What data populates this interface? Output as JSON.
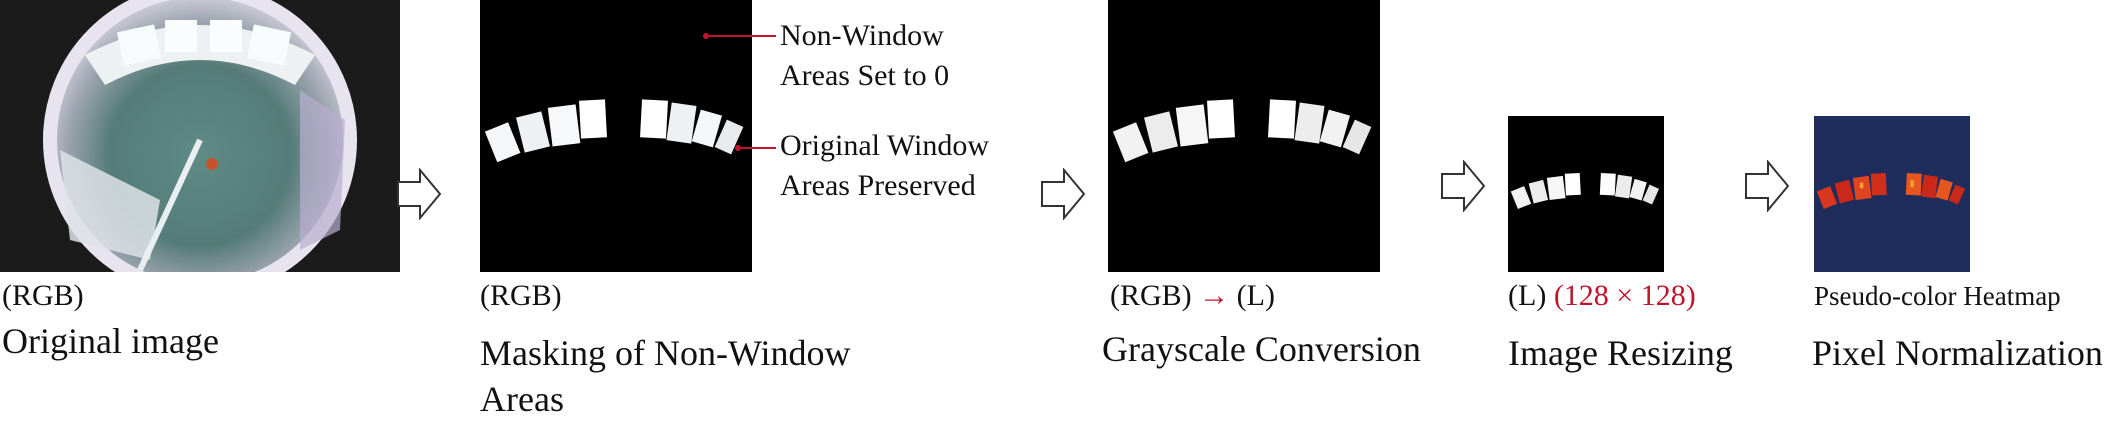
{
  "steps": [
    {
      "format": "(RGB)",
      "title": "Original image"
    },
    {
      "format": "(RGB)",
      "title_line1": "Masking of Non-Window",
      "title_line2": "Areas",
      "annotations": [
        {
          "line1": "Non-Window",
          "line2": "Areas Set to 0"
        },
        {
          "line1": "Original Window",
          "line2": "Areas Preserved"
        }
      ]
    },
    {
      "format_from": "(RGB)",
      "format_arrow": "→",
      "format_to": "(L)",
      "title": "Grayscale Conversion"
    },
    {
      "format": "(L)",
      "size": "(128 × 128)",
      "title": "Image Resizing"
    },
    {
      "format": "Pseudo-color Heatmap",
      "title": "Pixel Normalization"
    }
  ],
  "colors": {
    "accent_red": "#c0142c",
    "mask_background": "#000000",
    "heatmap_background": "#1f2d5c"
  },
  "icons": {
    "step_arrow": "hollow-right-arrow-icon"
  }
}
